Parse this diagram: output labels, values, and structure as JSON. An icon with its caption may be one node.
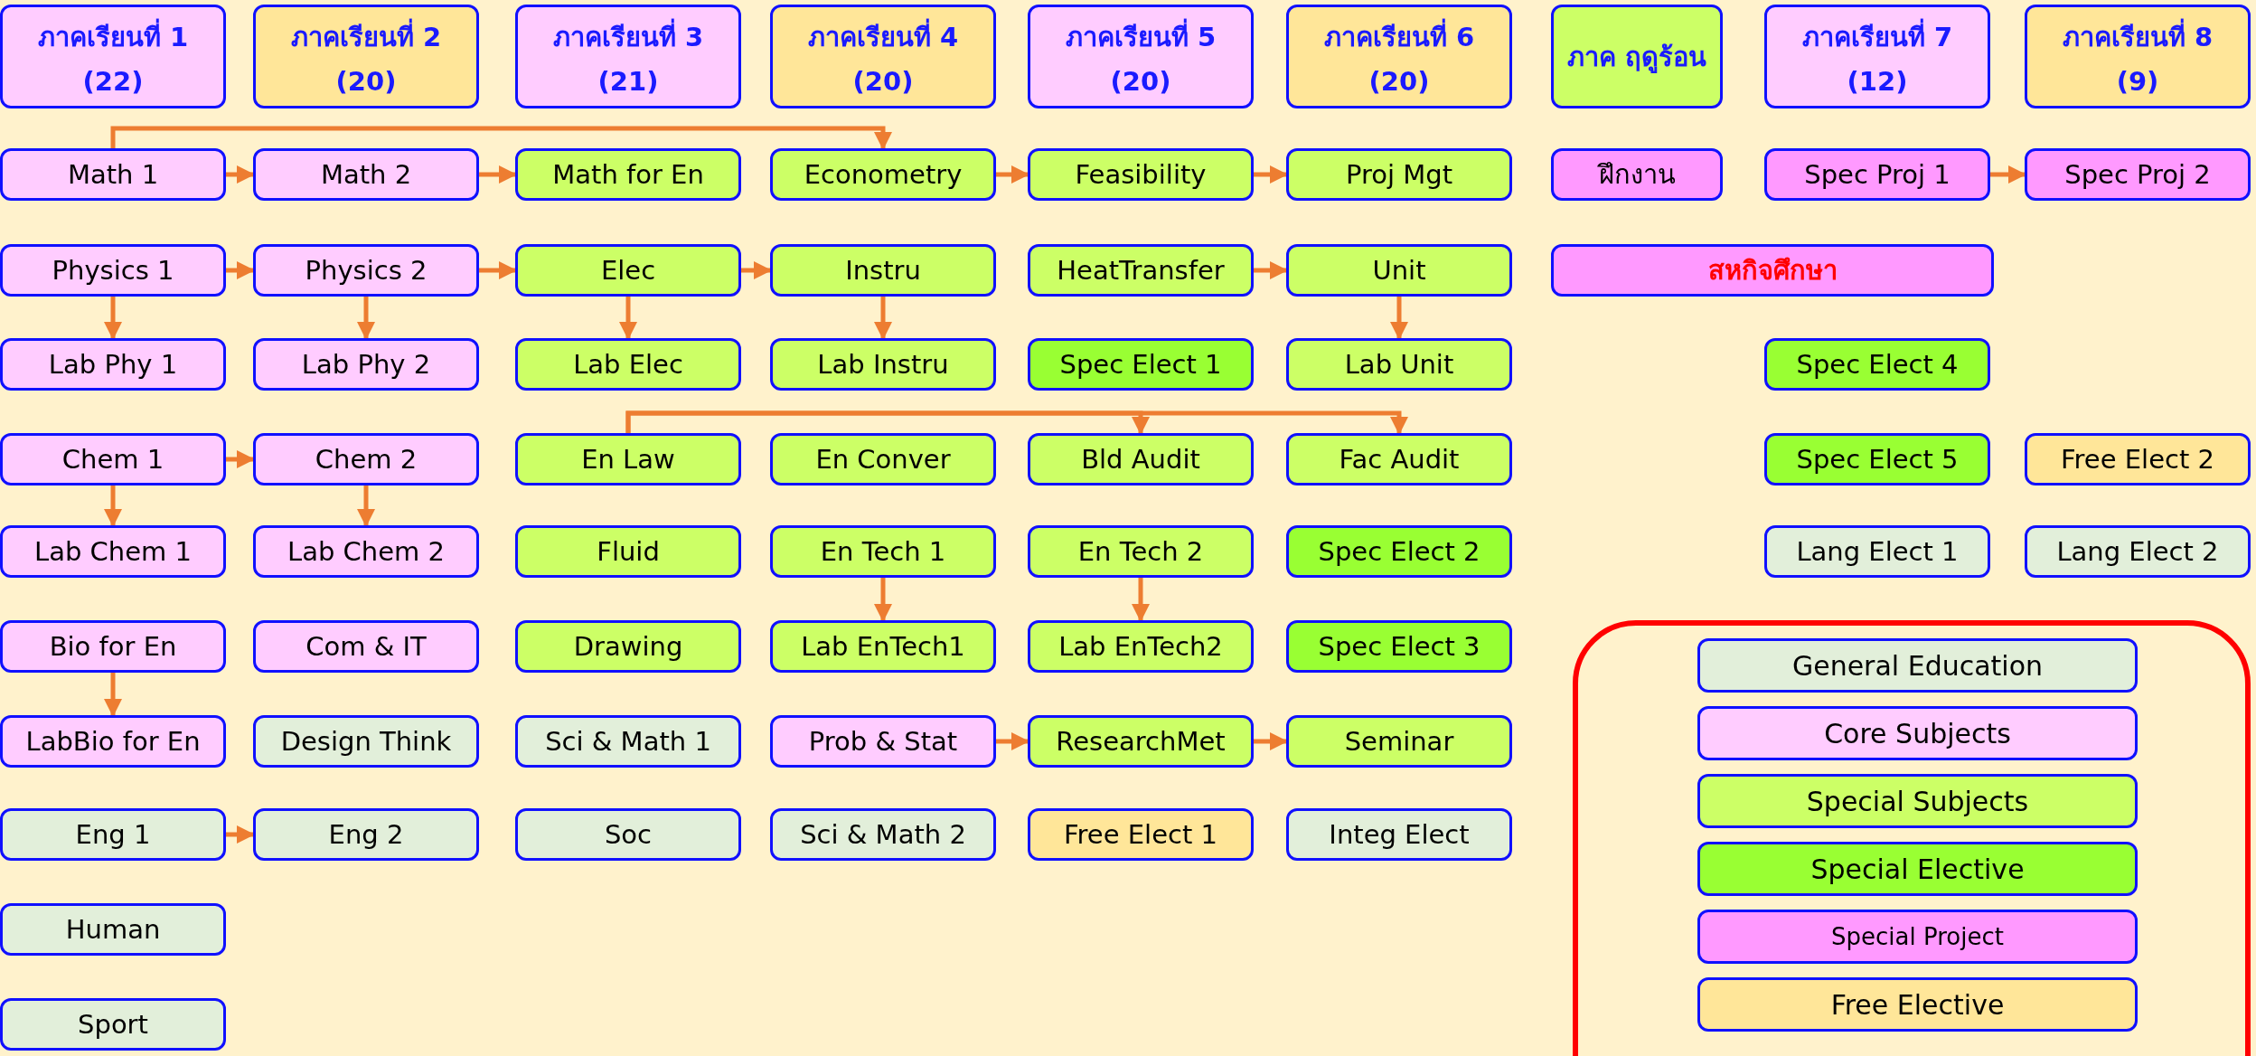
{
  "diagram": {
    "nodes": [
      {
        "text": [
          "ภาคเรียนที่ 1",
          "(22)"
        ]
      },
      {
        "text": [
          "ภาคเรียนที่ 2",
          "(20)"
        ]
      },
      {
        "text": [
          "ภาคเรียนที่ 3",
          "(21)"
        ]
      },
      {
        "text": [
          "ภาคเรียนที่ 4",
          "(20)"
        ]
      },
      {
        "text": [
          "ภาคเรียนที่ 5",
          "(20)"
        ]
      },
      {
        "text": [
          "ภาคเรียนที่ 6",
          "(20)"
        ]
      },
      {
        "text": [
          "ภาค ฤดูร้อน"
        ]
      },
      {
        "text": [
          "ภาคเรียนที่ 7",
          "(12)"
        ]
      },
      {
        "text": [
          "ภาคเรียนที่ 8",
          "(9)"
        ]
      },
      {
        "text": [
          "Math 1"
        ]
      },
      {
        "text": [
          "Math 2"
        ]
      },
      {
        "text": [
          "Math for En"
        ]
      },
      {
        "text": [
          "Econometry"
        ]
      },
      {
        "text": [
          "Feasibility"
        ]
      },
      {
        "text": [
          "Proj Mgt"
        ]
      },
      {
        "text": [
          "ฝึกงาน"
        ]
      },
      {
        "text": [
          "Spec Proj 1"
        ]
      },
      {
        "text": [
          "Spec Proj 2"
        ]
      },
      {
        "text": [
          "Physics 1"
        ]
      },
      {
        "text": [
          "Physics 2"
        ]
      },
      {
        "text": [
          "Elec"
        ]
      },
      {
        "text": [
          "Instru"
        ]
      },
      {
        "text": [
          "HeatTransfer"
        ]
      },
      {
        "text": [
          "Unit"
        ]
      },
      {
        "text": [
          "สหกิจศึกษา"
        ]
      },
      {
        "text": [
          "Lab Phy 1"
        ]
      },
      {
        "text": [
          "Lab Phy 2"
        ]
      },
      {
        "text": [
          "Lab Elec"
        ]
      },
      {
        "text": [
          "Lab Instru"
        ]
      },
      {
        "text": [
          "Spec Elect 1"
        ]
      },
      {
        "text": [
          "Lab Unit"
        ]
      },
      {
        "text": [
          "Spec Elect 4"
        ]
      },
      {
        "text": [
          "Chem 1"
        ]
      },
      {
        "text": [
          "Chem 2"
        ]
      },
      {
        "text": [
          "En Law"
        ]
      },
      {
        "text": [
          "En Conver"
        ]
      },
      {
        "text": [
          "Bld Audit"
        ]
      },
      {
        "text": [
          "Fac Audit"
        ]
      },
      {
        "text": [
          "Spec Elect 5"
        ]
      },
      {
        "text": [
          "Free Elect 2"
        ]
      },
      {
        "text": [
          "Lab Chem 1"
        ]
      },
      {
        "text": [
          "Lab Chem 2"
        ]
      },
      {
        "text": [
          "Fluid"
        ]
      },
      {
        "text": [
          "En Tech 1"
        ]
      },
      {
        "text": [
          "En Tech 2"
        ]
      },
      {
        "text": [
          "Spec Elect 2"
        ]
      },
      {
        "text": [
          "Lang Elect 1"
        ]
      },
      {
        "text": [
          "Lang Elect 2"
        ]
      },
      {
        "text": [
          "Bio for En"
        ]
      },
      {
        "text": [
          "Com & IT"
        ]
      },
      {
        "text": [
          "Drawing"
        ]
      },
      {
        "text": [
          "Lab EnTech1"
        ]
      },
      {
        "text": [
          "Lab EnTech2"
        ]
      },
      {
        "text": [
          "Spec Elect 3"
        ]
      },
      {
        "text": [
          "LabBio for En"
        ]
      },
      {
        "text": [
          "Design Think"
        ]
      },
      {
        "text": [
          "Sci & Math 1"
        ]
      },
      {
        "text": [
          "Prob & Stat"
        ]
      },
      {
        "text": [
          "ResearchMet"
        ]
      },
      {
        "text": [
          "Seminar"
        ]
      },
      {
        "text": [
          "Eng 1"
        ]
      },
      {
        "text": [
          "Eng 2"
        ]
      },
      {
        "text": [
          "Soc"
        ]
      },
      {
        "text": [
          "Sci & Math 2"
        ]
      },
      {
        "text": [
          "Free Elect 1"
        ]
      },
      {
        "text": [
          "Integ Elect"
        ]
      },
      {
        "text": [
          "Human"
        ]
      },
      {
        "text": [
          "Sport"
        ]
      }
    ],
    "edges": [
      {
        "from": 9,
        "to": 10,
        "arrow": "to"
      },
      {
        "from": 10,
        "to": 11,
        "arrow": "to"
      },
      {
        "from": 9,
        "to": 12,
        "arrow": "to"
      },
      {
        "from": 12,
        "to": 13,
        "arrow": "to"
      },
      {
        "from": 13,
        "to": 14,
        "arrow": "to"
      },
      {
        "from": 16,
        "to": 17,
        "arrow": "to"
      },
      {
        "from": 18,
        "to": 19,
        "arrow": "to"
      },
      {
        "from": 19,
        "to": 20,
        "arrow": "to"
      },
      {
        "from": 20,
        "to": 21,
        "arrow": "to"
      },
      {
        "from": 22,
        "to": 23,
        "arrow": "to"
      },
      {
        "from": 18,
        "to": 25,
        "arrow": "to"
      },
      {
        "from": 19,
        "to": 26,
        "arrow": "to"
      },
      {
        "from": 20,
        "to": 27,
        "arrow": "to"
      },
      {
        "from": 21,
        "to": 28,
        "arrow": "to"
      },
      {
        "from": 23,
        "to": 30,
        "arrow": "to"
      },
      {
        "from": 34,
        "to": 36,
        "arrow": "to"
      },
      {
        "from": 34,
        "to": 37,
        "arrow": "to"
      },
      {
        "from": 32,
        "to": 33,
        "arrow": "to"
      },
      {
        "from": 32,
        "to": 40,
        "arrow": "to"
      },
      {
        "from": 33,
        "to": 41,
        "arrow": "to"
      },
      {
        "from": 43,
        "to": 51,
        "arrow": "to"
      },
      {
        "from": 44,
        "to": 52,
        "arrow": "to"
      },
      {
        "from": 48,
        "to": 54,
        "arrow": "to"
      },
      {
        "from": 57,
        "to": 58,
        "arrow": "to"
      },
      {
        "from": 58,
        "to": 59,
        "arrow": "to"
      },
      {
        "from": 60,
        "to": 61,
        "arrow": "to"
      }
    ],
    "legend": [
      {
        "text": "General Education",
        "color": "#e2efda"
      },
      {
        "text": "Core Subjects",
        "color": "#ffccff"
      },
      {
        "text": "Special Subjects",
        "color": "#ccff66"
      },
      {
        "text": "Special Elective",
        "color": "#99ff33"
      },
      {
        "text": "Special Project",
        "color": "#ff99ff"
      },
      {
        "text": "Free Elective",
        "color": "#ffe699"
      }
    ]
  }
}
